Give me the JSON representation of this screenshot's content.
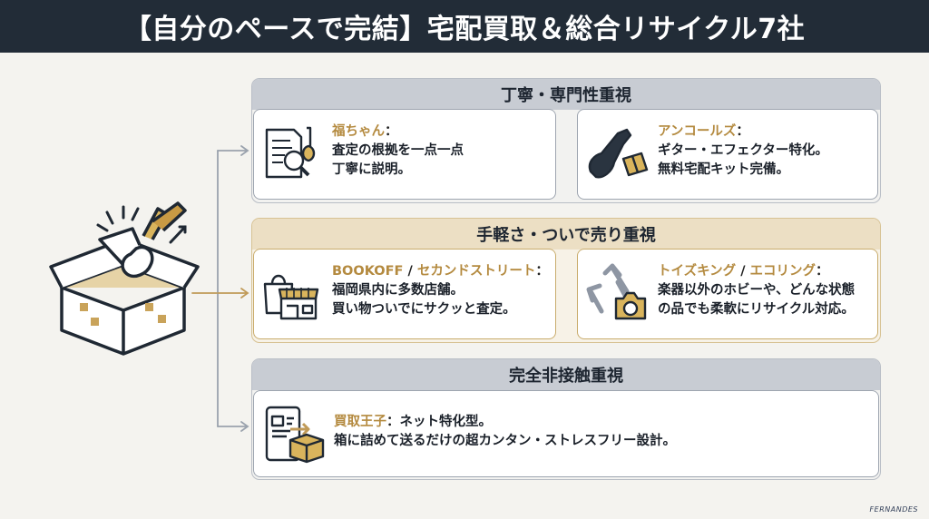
{
  "title": "【自分のペースで完結】宅配買取＆総合リサイクル7社",
  "groups": [
    {
      "title": "丁寧・専門性重視",
      "cards": [
        {
          "name": "福ちゃん",
          "colon": "：",
          "lines": [
            "査定の根拠を一点一点",
            "丁寧に説明。"
          ],
          "icon": "document-guitar-magnifier-icon"
        },
        {
          "name": "アンコールズ",
          "colon": "：",
          "lines": [
            "ギター・エフェクター特化。",
            "無料宅配キット完備。"
          ],
          "icon": "guitar-case-box-icon"
        }
      ]
    },
    {
      "title": "手軽さ・ついで売り重視",
      "cards": [
        {
          "name": "BOOKOFF",
          "slash": " / ",
          "name2": "セカンドストリート",
          "colon": "：",
          "lines": [
            "福岡県内に多数店舗。",
            "買い物ついでにサクッと査定。"
          ],
          "icon": "shopping-bag-store-icon"
        },
        {
          "name": "トイズキング",
          "slash": " / ",
          "name2": "エコリング",
          "colon": "：",
          "lines": [
            "楽器以外のホビーや、どんな状態",
            "の品でも柔軟にリサイクル対応。"
          ],
          "icon": "recycle-camera-icon"
        }
      ]
    },
    {
      "title": "完全非接触重視",
      "cards": [
        {
          "name": "買取王子",
          "colon": "：",
          "inline": "ネット特化型。",
          "lines": [
            "箱に詰めて送るだけの超カンタン・ストレスフリー設計。"
          ],
          "icon": "tablet-box-icon"
        }
      ]
    }
  ],
  "footer_logo": "FERNANDES",
  "colors": {
    "header_bg": "#222c37",
    "accent_gold": "#b48a3f",
    "group_gray": "#c8ccd3",
    "group_gold": "#ecdfc4",
    "line_gray": "#8e96a3"
  }
}
